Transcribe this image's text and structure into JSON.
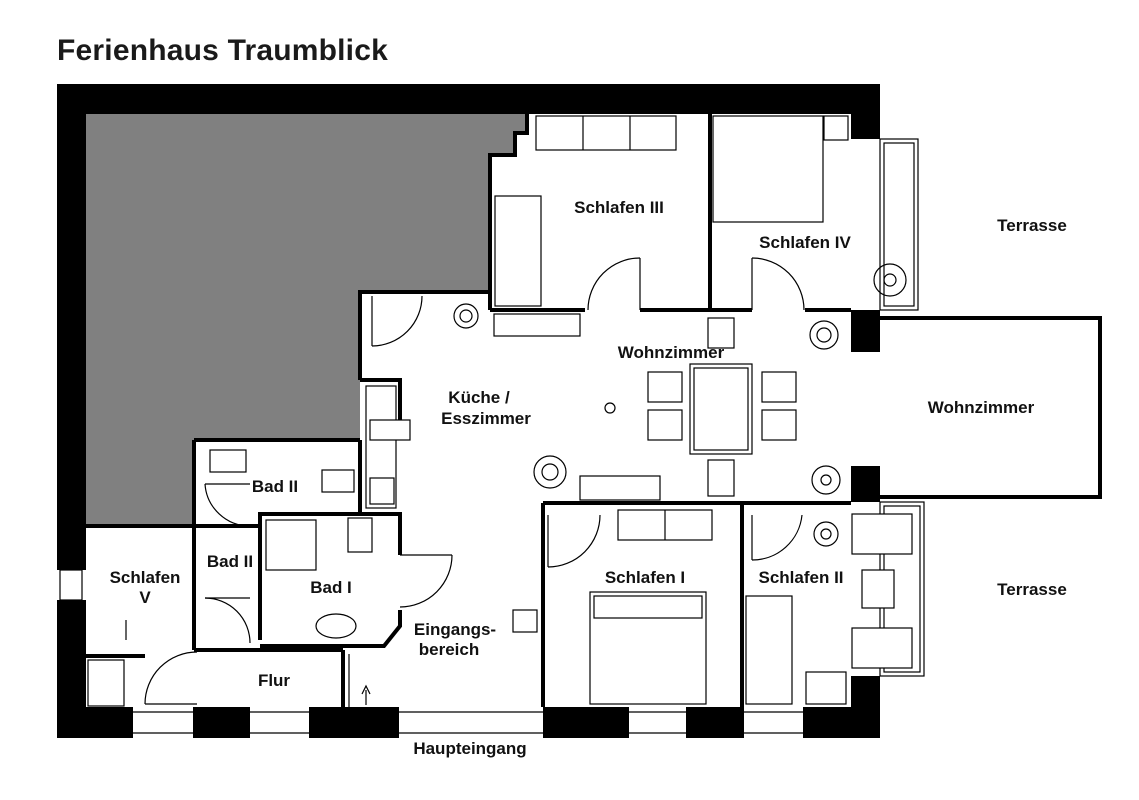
{
  "title": "Ferienhaus Traumblick",
  "rooms": {
    "schlafen_3": "Schlafen III",
    "schlafen_4": "Schlafen IV",
    "terrasse_top": "Terrasse",
    "wohnzimmer_inner": "Wohnzimmer",
    "wohnzimmer_outer": "Wohnzimmer",
    "kueche_line1": "Küche /",
    "kueche_line2": "Esszimmer",
    "bad_2a": "Bad II",
    "bad_2b": "Bad II",
    "bad_1": "Bad I",
    "schlafen_5_line1": "Schlafen",
    "schlafen_5_line2": "V",
    "eingang_line1": "Eingangs-",
    "eingang_line2": "bereich",
    "schlafen_1": "Schlafen I",
    "schlafen_2": "Schlafen II",
    "terrasse_bottom": "Terrasse",
    "flur": "Flur",
    "haupteingang": "Haupteingang"
  },
  "colors": {
    "walls": "#000000",
    "unused_area": "#808080",
    "background": "#ffffff"
  }
}
